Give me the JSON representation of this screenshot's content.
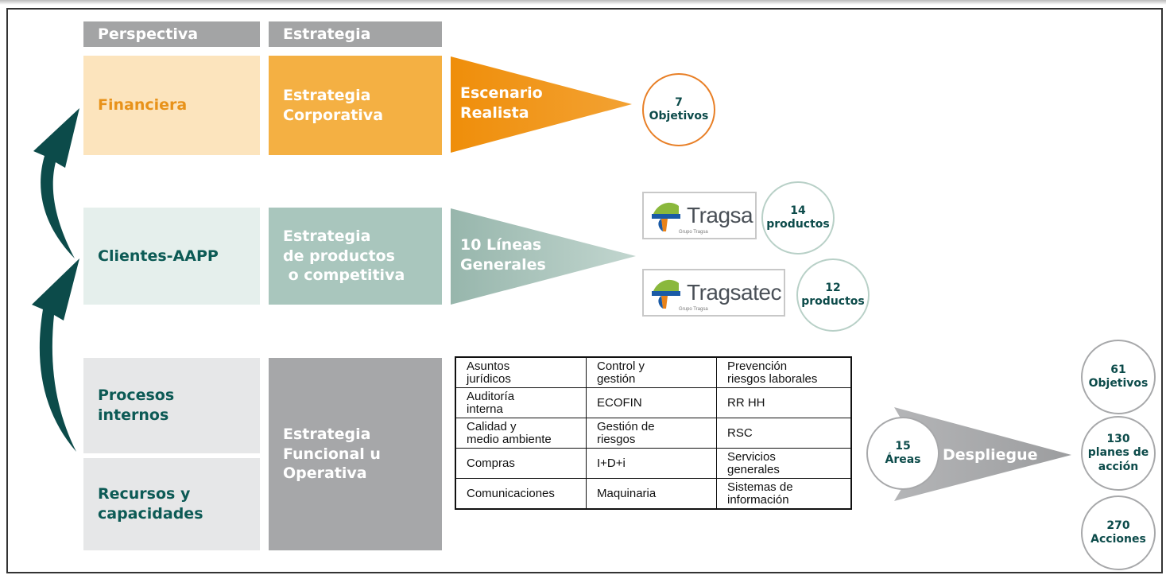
{
  "headers": {
    "perspectiva": "Perspectiva",
    "estrategia": "Estrategia"
  },
  "perspectives": {
    "financiera": "Financiera",
    "clientes": "Clientes-AAPP",
    "procesos": "Procesos\ninternos",
    "recursos": "Recursos y\ncapacidades"
  },
  "strategies": {
    "corporativa": "Estrategia\nCorporativa",
    "productos": "Estrategia\nde productos\n o competitiva",
    "funcional": "Estrategia\nFuncional u\nOperativa"
  },
  "triangles": {
    "escenario": "Escenario\nRealista",
    "lineas": "10 Líneas\nGenerales",
    "despliegue": "Despliegue"
  },
  "circles": {
    "objetivos7": "7\nObjetivos",
    "productos14": "14\nproductos",
    "productos12": "12\nproductos",
    "areas15": "15\nÁreas",
    "objetivos61": "61\nObjetivos",
    "planes130": "130\nplanes de\nacción",
    "acciones270": "270\nAcciones"
  },
  "logos": {
    "tragsa": "Tragsa",
    "tragsatec": "Tragsatec",
    "sub": "Grupo Tragsa"
  },
  "areas_table": [
    [
      "Asuntos\njurídicos",
      "Control y\ngestión",
      "Prevención\nriesgos laborales"
    ],
    [
      "Auditoría\ninterna",
      "ECOFIN",
      "RR HH"
    ],
    [
      "Calidad y\nmedio ambiente",
      "Gestión de\nriesgos",
      "RSC"
    ],
    [
      "Compras",
      "I+D+i",
      "Servicios\ngenerales"
    ],
    [
      "Comunicaciones",
      "Maquinaria",
      "Sistemas de\ninformación"
    ]
  ],
  "colors": {
    "financiera_light": "#fce4bd",
    "financiera_dark": "#f4b043",
    "escenario": "#f0930f",
    "clientes_light": "#e5efec",
    "clientes_dark": "#a9c6bd",
    "lineas": "#9fbcb3",
    "procesos_light": "#e5e6e7",
    "funcional": "#a6a7a9",
    "despliegue": "#a3a4a5",
    "arrow": "#0c4b4a",
    "orange_circle": "#e87f26",
    "green_circle": "#b8d0c7",
    "grey_circle": "#a7a8aa"
  }
}
